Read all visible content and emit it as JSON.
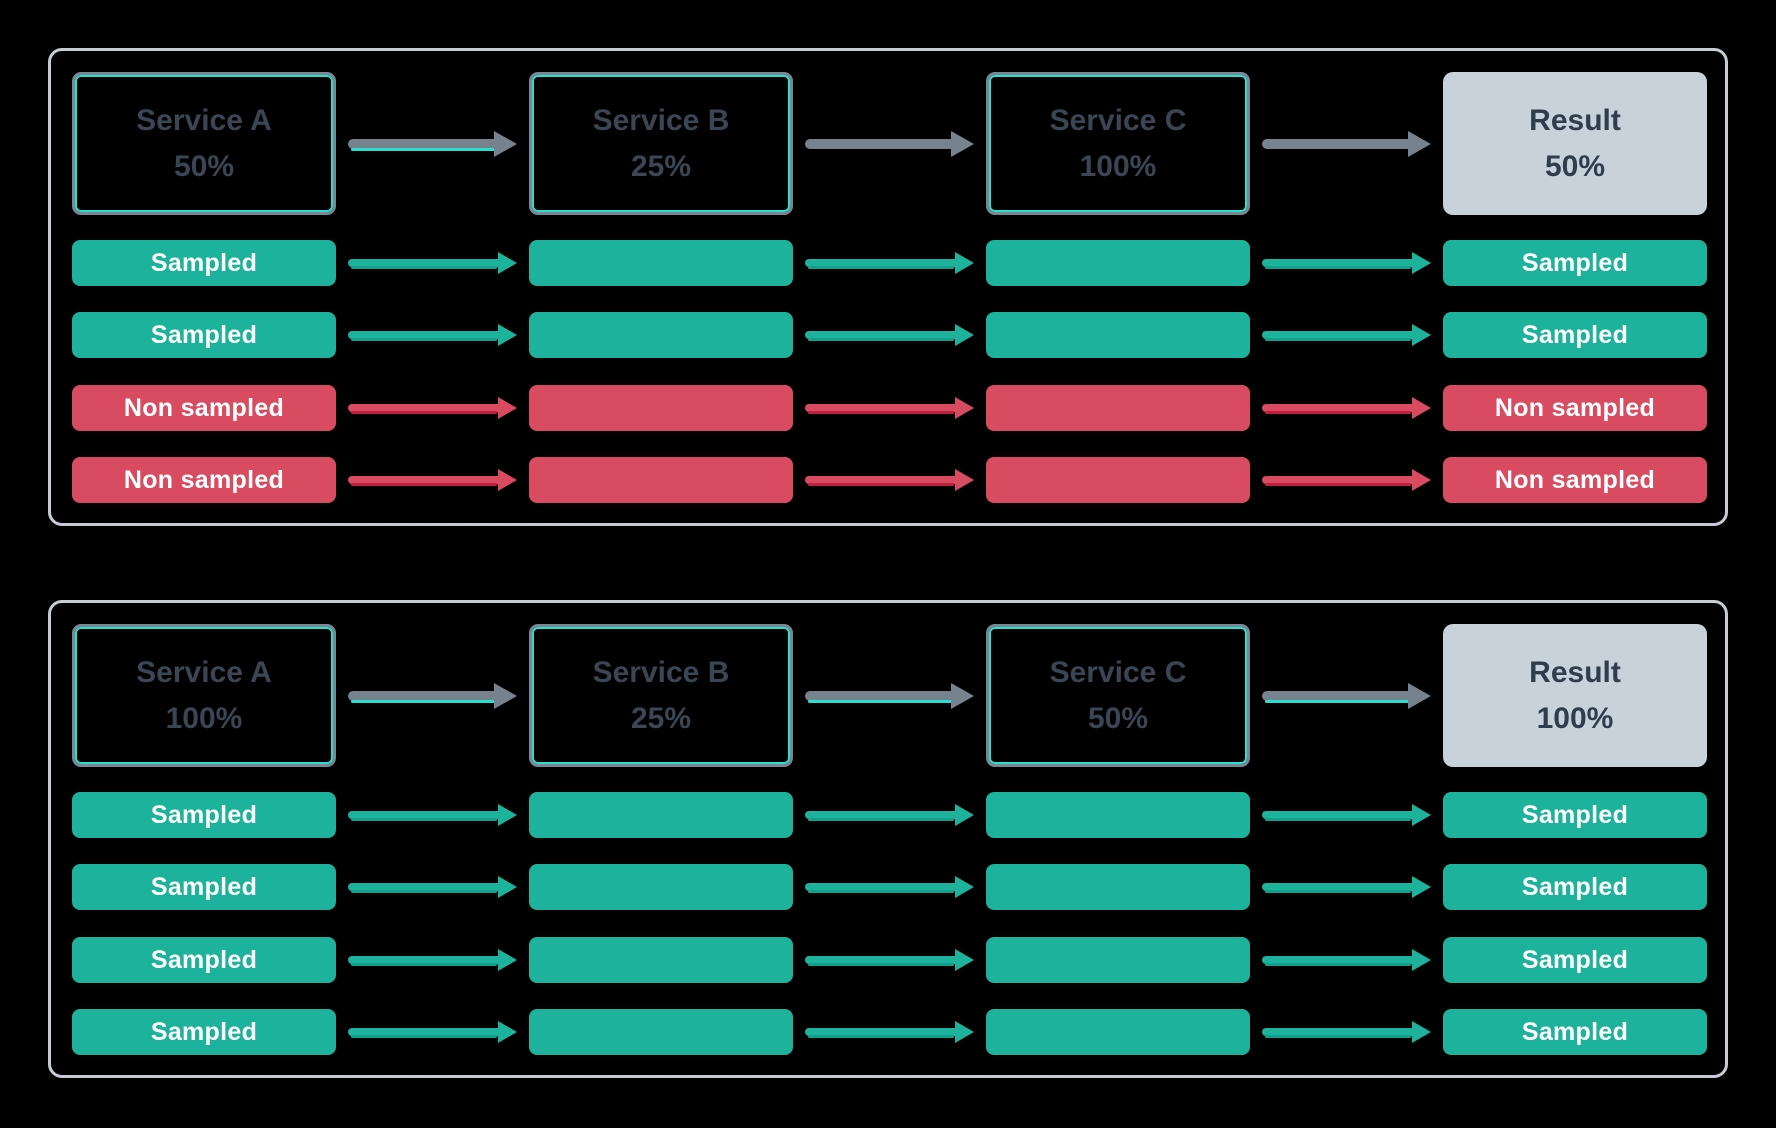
{
  "colors": {
    "background": "#000000",
    "panel_border": "#C4CDD5",
    "service_box_border": "#7A8793",
    "service_box_inner_accent": "#2BDFD0",
    "service_text": "#3A4654",
    "result_background": "#C8D2DA",
    "result_text": "#2F3E4C",
    "sampled": "#1DB29B",
    "sampled_accent": "#0FA18D",
    "non_sampled": "#D84B61",
    "non_sampled_accent": "#C01E41",
    "connector_gray": "#76838F",
    "connector_cyan_accent": "#2BDFD0",
    "row_label_text": "#FFFFFF"
  },
  "panels": [
    {
      "services": [
        {
          "name": "Service A",
          "rate": "50%"
        },
        {
          "name": "Service B",
          "rate": "25%"
        },
        {
          "name": "Service C",
          "rate": "100%"
        }
      ],
      "result": {
        "name": "Result",
        "rate": "50%"
      },
      "rows": [
        {
          "status": "sampled",
          "label": "Sampled",
          "result_label": "Sampled"
        },
        {
          "status": "sampled",
          "label": "Sampled",
          "result_label": "Sampled"
        },
        {
          "status": "nonsampled",
          "label": "Non sampled",
          "result_label": "Non sampled"
        },
        {
          "status": "nonsampled",
          "label": "Non sampled",
          "result_label": "Non sampled"
        }
      ]
    },
    {
      "services": [
        {
          "name": "Service A",
          "rate": "100%"
        },
        {
          "name": "Service B",
          "rate": "25%"
        },
        {
          "name": "Service C",
          "rate": "50%"
        }
      ],
      "result": {
        "name": "Result",
        "rate": "100%"
      },
      "rows": [
        {
          "status": "sampled",
          "label": "Sampled",
          "result_label": "Sampled"
        },
        {
          "status": "sampled",
          "label": "Sampled",
          "result_label": "Sampled"
        },
        {
          "status": "sampled",
          "label": "Sampled",
          "result_label": "Sampled"
        },
        {
          "status": "sampled",
          "label": "Sampled",
          "result_label": "Sampled"
        }
      ]
    }
  ]
}
